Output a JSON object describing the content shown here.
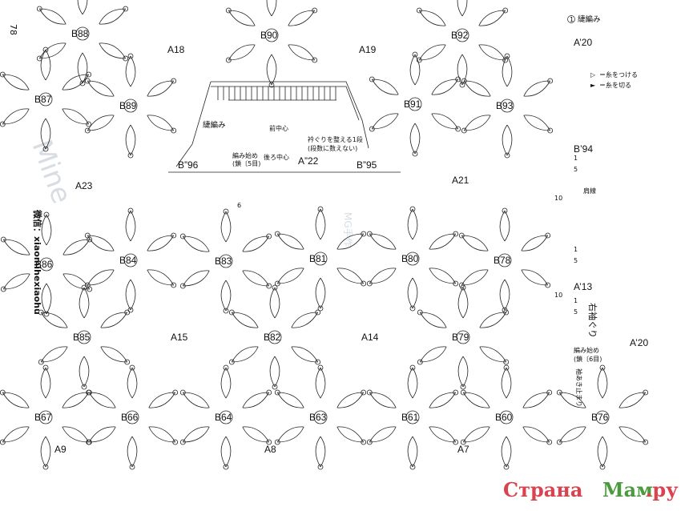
{
  "page_number": "78",
  "motifs": {
    "hexagons": [
      "A18",
      "A19",
      "A23",
      "A21",
      "A15",
      "A14",
      "A9",
      "A8",
      "A7"
    ],
    "stars": [
      "B88",
      "B90",
      "B92",
      "B87",
      "B89",
      "B91",
      "B93",
      "B86",
      "B84",
      "B83",
      "B81",
      "B80",
      "B78",
      "B85",
      "B82",
      "B79",
      "B67",
      "B66",
      "B64",
      "B63",
      "B61",
      "B60",
      "B76"
    ],
    "collar_top": "B”96",
    "collar_mid": "A”22",
    "collar_right": "B”95",
    "right_column": [
      "A’20",
      "B’94",
      "A’13",
      "A’20"
    ]
  },
  "annotations": {
    "top_right": "緁編み",
    "border_left": "緁編み",
    "front_center": "前中心",
    "collar_note_1": "衿ぐりを整える1段",
    "collar_note_2": "(段数に数えない)",
    "start_collar_1": "編み始め",
    "start_collar_2": "(鎖〔5目)",
    "back_center": "後ろ中心",
    "shoulder_line": "肩線",
    "right_sleeve": "右袖ぐり",
    "start_sleeve_1": "編み始め",
    "start_sleeve_2": "(鎖〔6目)",
    "sleeve_stop": "袖あき止まり"
  },
  "legend": [
    {
      "symbol": "▷",
      "label": "＝糸をつける"
    },
    {
      "symbol": "►",
      "label": "＝糸を切る"
    }
  ],
  "row_numbers": {
    "round_1": "1",
    "right_col_top": [
      "1",
      "5",
      "10"
    ],
    "right_col_mid": [
      "1",
      "5"
    ],
    "right_col_lower": [
      "1",
      "5",
      "10"
    ],
    "inner_6": "6"
  },
  "watermarks": {
    "wechat": "微信：xiaomihexiaohu",
    "mg": "MG手作",
    "mine": "Mine"
  },
  "brand": {
    "part1": "Страна",
    "part2": "Мам",
    "part3": ".ру"
  }
}
